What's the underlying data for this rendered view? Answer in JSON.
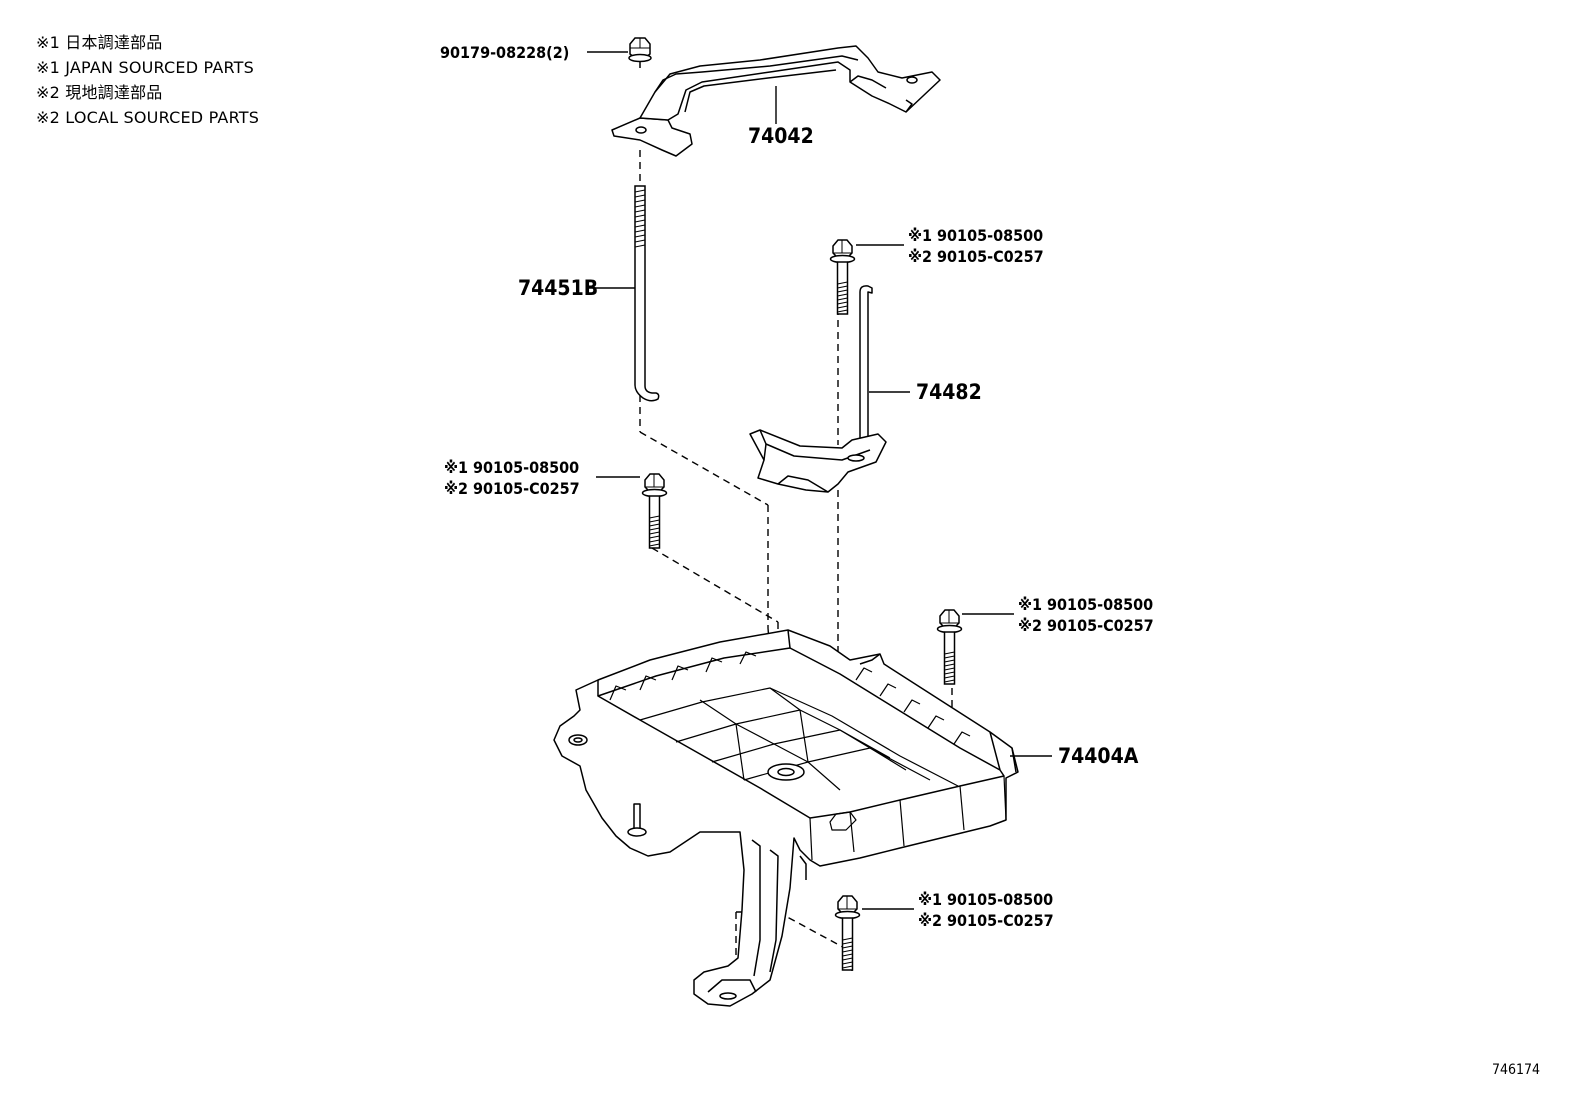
{
  "legend": [
    "※1 日本調達部品",
    "※1 JAPAN SOURCED PARTS",
    "※2 現地調達部品",
    "※2 LOCAL SOURCED PARTS"
  ],
  "callouts": {
    "clamp": "74042",
    "clamp_nut": "90179-08228(2)",
    "rod_left": "74451B",
    "rod_right": "74482",
    "tray": "74404A",
    "bolt_upper_right": [
      "※1 90105-08500",
      "※2 90105-C0257"
    ],
    "bolt_mid_left": [
      "※1 90105-08500",
      "※2 90105-C0257"
    ],
    "bolt_right": [
      "※1 90105-08500",
      "※2 90105-C0257"
    ],
    "bolt_bottom": [
      "※1 90105-08500",
      "※2 90105-C0257"
    ]
  },
  "illustration_code": "746174"
}
